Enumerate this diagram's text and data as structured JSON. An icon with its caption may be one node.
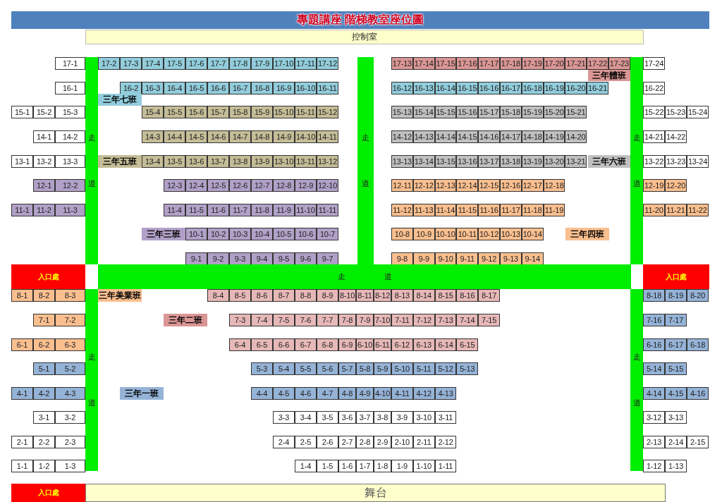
{
  "diagram": {
    "title": "專題講座 階梯教室座位圖",
    "nodes": [
      {
        "text": [
          "控制室"
        ]
      },
      {
        "text": [
          "17-1"
        ]
      },
      {
        "text": [
          "走",
          "道"
        ]
      },
      {
        "text": [
          "17-2"
        ]
      },
      {
        "text": [
          "17-3"
        ]
      },
      {
        "text": [
          "17-4"
        ]
      },
      {
        "text": [
          "17-5"
        ]
      },
      {
        "text": [
          "17-6"
        ]
      },
      {
        "text": [
          "17-7"
        ]
      },
      {
        "text": [
          "17-8"
        ]
      },
      {
        "text": [
          "17-9"
        ]
      },
      {
        "text": [
          "17-10"
        ]
      },
      {
        "text": [
          "17-11"
        ]
      },
      {
        "text": [
          "17-12"
        ]
      },
      {
        "text": [
          "走",
          "道"
        ]
      },
      {
        "text": [
          "17-13"
        ]
      },
      {
        "text": [
          "17-14"
        ]
      },
      {
        "text": [
          "17-15"
        ]
      },
      {
        "text": [
          "17-16"
        ]
      },
      {
        "text": [
          "17-17"
        ]
      },
      {
        "text": [
          "17-18"
        ]
      },
      {
        "text": [
          "17-19"
        ]
      },
      {
        "text": [
          "17-20"
        ]
      },
      {
        "text": [
          "17-21"
        ]
      },
      {
        "text": [
          "17-22"
        ]
      },
      {
        "text": [
          "17-23"
        ]
      },
      {
        "text": [
          "走",
          "道"
        ]
      },
      {
        "text": [
          "17-24"
        ]
      },
      {
        "text": [
          "三年體班"
        ]
      },
      {
        "text": [
          "16-1"
        ]
      },
      {
        "text": [
          "16-2"
        ]
      },
      {
        "text": [
          "16-3"
        ]
      },
      {
        "text": [
          "16-4"
        ]
      },
      {
        "text": [
          "16-5"
        ]
      },
      {
        "text": [
          "16-6"
        ]
      },
      {
        "text": [
          "16-7"
        ]
      },
      {
        "text": [
          "16-8"
        ]
      },
      {
        "text": [
          "16-9"
        ]
      },
      {
        "text": [
          "16-10"
        ]
      },
      {
        "text": [
          "16-11"
        ]
      },
      {
        "text": [
          "16-12"
        ]
      },
      {
        "text": [
          "16-13"
        ]
      },
      {
        "text": [
          "16-14"
        ]
      },
      {
        "text": [
          "16-15"
        ]
      },
      {
        "text": [
          "16-16"
        ]
      },
      {
        "text": [
          "16-17"
        ]
      },
      {
        "text": [
          "16-18"
        ]
      },
      {
        "text": [
          "16-19"
        ]
      },
      {
        "text": [
          "16-20"
        ]
      },
      {
        "text": [
          "16-21"
        ]
      },
      {
        "text": [
          "16-22"
        ]
      },
      {
        "text": [
          "三年七班"
        ]
      },
      {
        "text": [
          "15-1"
        ]
      },
      {
        "text": [
          "15-2"
        ]
      },
      {
        "text": [
          "15-3"
        ]
      },
      {
        "text": [
          "15-4"
        ]
      },
      {
        "text": [
          "15-5"
        ]
      },
      {
        "text": [
          "15-6"
        ]
      },
      {
        "text": [
          "15-7"
        ]
      },
      {
        "text": [
          "15-8"
        ]
      },
      {
        "text": [
          "15-9"
        ]
      },
      {
        "text": [
          "15-10"
        ]
      },
      {
        "text": [
          "15-11"
        ]
      },
      {
        "text": [
          "15-12"
        ]
      },
      {
        "text": [
          "15-13"
        ]
      },
      {
        "text": [
          "15-14"
        ]
      },
      {
        "text": [
          "15-15"
        ]
      },
      {
        "text": [
          "15-16"
        ]
      },
      {
        "text": [
          "15-17"
        ]
      },
      {
        "text": [
          "15-18"
        ]
      },
      {
        "text": [
          "15-19"
        ]
      },
      {
        "text": [
          "15-20"
        ]
      },
      {
        "text": [
          "15-21"
        ]
      },
      {
        "text": [
          "15-22"
        ]
      },
      {
        "text": [
          "15-23"
        ]
      },
      {
        "text": [
          "15-24"
        ]
      },
      {
        "text": [
          "14-1"
        ]
      },
      {
        "text": [
          "14-2"
        ]
      },
      {
        "text": [
          "14-3"
        ]
      },
      {
        "text": [
          "14-4"
        ]
      },
      {
        "text": [
          "14-5"
        ]
      },
      {
        "text": [
          "14-6"
        ]
      },
      {
        "text": [
          "14-7"
        ]
      },
      {
        "text": [
          "14-8"
        ]
      },
      {
        "text": [
          "14-9"
        ]
      },
      {
        "text": [
          "14-10"
        ]
      },
      {
        "text": [
          "14-11"
        ]
      },
      {
        "text": [
          "14-12"
        ]
      },
      {
        "text": [
          "14-13"
        ]
      },
      {
        "text": [
          "14-14"
        ]
      },
      {
        "text": [
          "14-15"
        ]
      },
      {
        "text": [
          "14-16"
        ]
      },
      {
        "text": [
          "14-17"
        ]
      },
      {
        "text": [
          "14-18"
        ]
      },
      {
        "text": [
          "14-19"
        ]
      },
      {
        "text": [
          "14-20"
        ]
      },
      {
        "text": [
          "14-21"
        ]
      },
      {
        "text": [
          "14-22"
        ]
      },
      {
        "text": [
          "13-1"
        ]
      },
      {
        "text": [
          "13-2"
        ]
      },
      {
        "text": [
          "13-3"
        ]
      },
      {
        "text": [
          "三年五班"
        ]
      },
      {
        "text": [
          "13-4"
        ]
      },
      {
        "text": [
          "13-5"
        ]
      },
      {
        "text": [
          "13-6"
        ]
      },
      {
        "text": [
          "13-7"
        ]
      },
      {
        "text": [
          "13-8"
        ]
      },
      {
        "text": [
          "13-9"
        ]
      },
      {
        "text": [
          "13-10"
        ]
      },
      {
        "text": [
          "13-11"
        ]
      },
      {
        "text": [
          "13-12"
        ]
      },
      {
        "text": [
          "13-13"
        ]
      },
      {
        "text": [
          "13-14"
        ]
      },
      {
        "text": [
          "13-15"
        ]
      },
      {
        "text": [
          "13-16"
        ]
      },
      {
        "text": [
          "13-17"
        ]
      },
      {
        "text": [
          "13-18"
        ]
      },
      {
        "text": [
          "13-19"
        ]
      },
      {
        "text": [
          "13-20"
        ]
      },
      {
        "text": [
          "13-21"
        ]
      },
      {
        "text": [
          "三年六班"
        ]
      },
      {
        "text": [
          "13-22"
        ]
      },
      {
        "text": [
          "13-23"
        ]
      },
      {
        "text": [
          "13-24"
        ]
      },
      {
        "text": [
          "12-1"
        ]
      },
      {
        "text": [
          "12-2"
        ]
      },
      {
        "text": [
          "12-3"
        ]
      },
      {
        "text": [
          "12-4"
        ]
      },
      {
        "text": [
          "12-5"
        ]
      },
      {
        "text": [
          "12-6"
        ]
      },
      {
        "text": [
          "12-7"
        ]
      },
      {
        "text": [
          "12-8"
        ]
      },
      {
        "text": [
          "12-9"
        ]
      },
      {
        "text": [
          "12-10"
        ]
      },
      {
        "text": [
          "12-11"
        ]
      },
      {
        "text": [
          "12-12"
        ]
      },
      {
        "text": [
          "12-13"
        ]
      },
      {
        "text": [
          "12-14"
        ]
      },
      {
        "text": [
          "12-15"
        ]
      },
      {
        "text": [
          "12-16"
        ]
      },
      {
        "text": [
          "12-17"
        ]
      },
      {
        "text": [
          "12-18"
        ]
      },
      {
        "text": [
          "12-19"
        ]
      },
      {
        "text": [
          "12-20"
        ]
      },
      {
        "text": [
          "11-1"
        ]
      },
      {
        "text": [
          "11-2"
        ]
      },
      {
        "text": [
          "11-3"
        ]
      },
      {
        "text": [
          "11-4"
        ]
      },
      {
        "text": [
          "11-5"
        ]
      },
      {
        "text": [
          "11-6"
        ]
      },
      {
        "text": [
          "11-7"
        ]
      },
      {
        "text": [
          "11-8"
        ]
      },
      {
        "text": [
          "11-9"
        ]
      },
      {
        "text": [
          "11-10"
        ]
      },
      {
        "text": [
          "11-11"
        ]
      },
      {
        "text": [
          "11-12"
        ]
      },
      {
        "text": [
          "11-13"
        ]
      },
      {
        "text": [
          "11-14"
        ]
      },
      {
        "text": [
          "11-15"
        ]
      },
      {
        "text": [
          "11-16"
        ]
      },
      {
        "text": [
          "11-17"
        ]
      },
      {
        "text": [
          "11-18"
        ]
      },
      {
        "text": [
          "11-19"
        ]
      },
      {
        "text": [
          "11-20"
        ]
      },
      {
        "text": [
          "11-21"
        ]
      },
      {
        "text": [
          "11-22"
        ]
      },
      {
        "text": [
          "三年三班"
        ]
      },
      {
        "text": [
          "10-1"
        ]
      },
      {
        "text": [
          "10-2"
        ]
      },
      {
        "text": [
          "10-3"
        ]
      },
      {
        "text": [
          "10-4"
        ]
      },
      {
        "text": [
          "10-5"
        ]
      },
      {
        "text": [
          "10-6"
        ]
      },
      {
        "text": [
          "10-7"
        ]
      },
      {
        "text": [
          "10-8"
        ]
      },
      {
        "text": [
          "10-9"
        ]
      },
      {
        "text": [
          "10-10"
        ]
      },
      {
        "text": [
          "10-11"
        ]
      },
      {
        "text": [
          "10-12"
        ]
      },
      {
        "text": [
          "10-13"
        ]
      },
      {
        "text": [
          "10-14"
        ]
      },
      {
        "text": [
          "三年四班"
        ]
      },
      {
        "text": [
          "9-1"
        ]
      },
      {
        "text": [
          "9-2"
        ]
      },
      {
        "text": [
          "9-3"
        ]
      },
      {
        "text": [
          "9-4"
        ]
      },
      {
        "text": [
          "9-5"
        ]
      },
      {
        "text": [
          "9-6"
        ]
      },
      {
        "text": [
          "9-7"
        ]
      },
      {
        "text": [
          "9-8"
        ]
      },
      {
        "text": [
          "9-9"
        ]
      },
      {
        "text": [
          "9-10"
        ]
      },
      {
        "text": [
          "9-11"
        ]
      },
      {
        "text": [
          "9-12"
        ]
      },
      {
        "text": [
          "9-13"
        ]
      },
      {
        "text": [
          "9-14"
        ]
      },
      {
        "text": [
          "入口處"
        ]
      },
      {
        "text": [
          "走",
          "道"
        ]
      },
      {
        "text": [
          "入口處"
        ]
      },
      {
        "text": [
          "8-1"
        ]
      },
      {
        "text": [
          "8-2"
        ]
      },
      {
        "text": [
          "8-3"
        ]
      },
      {
        "text": [
          "走",
          "道"
        ]
      },
      {
        "text": [
          "三年美業班"
        ]
      },
      {
        "text": [
          "8-4"
        ]
      },
      {
        "text": [
          "8-5"
        ]
      },
      {
        "text": [
          "8-6"
        ]
      },
      {
        "text": [
          "8-7"
        ]
      },
      {
        "text": [
          "8-8"
        ]
      },
      {
        "text": [
          "8-9"
        ]
      },
      {
        "text": [
          "8-10"
        ]
      },
      {
        "text": [
          "8-11"
        ]
      },
      {
        "text": [
          "8-12"
        ]
      },
      {
        "text": [
          "8-13"
        ]
      },
      {
        "text": [
          "8-14"
        ]
      },
      {
        "text": [
          "8-15"
        ]
      },
      {
        "text": [
          "8-16"
        ]
      },
      {
        "text": [
          "8-17"
        ]
      },
      {
        "text": [
          "走",
          "道"
        ]
      },
      {
        "text": [
          "8-18"
        ]
      },
      {
        "text": [
          "8-19"
        ]
      },
      {
        "text": [
          "8-20"
        ]
      },
      {
        "text": [
          "7-1"
        ]
      },
      {
        "text": [
          "7-2"
        ]
      },
      {
        "text": [
          "三年二班"
        ]
      },
      {
        "text": [
          "7-3"
        ]
      },
      {
        "text": [
          "7-4"
        ]
      },
      {
        "text": [
          "7-5"
        ]
      },
      {
        "text": [
          "7-6"
        ]
      },
      {
        "text": [
          "7-7"
        ]
      },
      {
        "text": [
          "7-8"
        ]
      },
      {
        "text": [
          "7-9"
        ]
      },
      {
        "text": [
          "7-10"
        ]
      },
      {
        "text": [
          "7-11"
        ]
      },
      {
        "text": [
          "7-12"
        ]
      },
      {
        "text": [
          "7-13"
        ]
      },
      {
        "text": [
          "7-14"
        ]
      },
      {
        "text": [
          "7-15"
        ]
      },
      {
        "text": [
          "7-16"
        ]
      },
      {
        "text": [
          "7-17"
        ]
      },
      {
        "text": [
          "6-1"
        ]
      },
      {
        "text": [
          "6-2"
        ]
      },
      {
        "text": [
          "6-3"
        ]
      },
      {
        "text": [
          "6-4"
        ]
      },
      {
        "text": [
          "6-5"
        ]
      },
      {
        "text": [
          "6-6"
        ]
      },
      {
        "text": [
          "6-7"
        ]
      },
      {
        "text": [
          "6-8"
        ]
      },
      {
        "text": [
          "6-9"
        ]
      },
      {
        "text": [
          "6-10"
        ]
      },
      {
        "text": [
          "6-11"
        ]
      },
      {
        "text": [
          "6-12"
        ]
      },
      {
        "text": [
          "6-13"
        ]
      },
      {
        "text": [
          "6-14"
        ]
      },
      {
        "text": [
          "6-15"
        ]
      },
      {
        "text": [
          "6-16"
        ]
      },
      {
        "text": [
          "6-17"
        ]
      },
      {
        "text": [
          "6-18"
        ]
      },
      {
        "text": [
          "5-1"
        ]
      },
      {
        "text": [
          "5-2"
        ]
      },
      {
        "text": [
          "5-3"
        ]
      },
      {
        "text": [
          "5-4"
        ]
      },
      {
        "text": [
          "5-5"
        ]
      },
      {
        "text": [
          "5-6"
        ]
      },
      {
        "text": [
          "5-7"
        ]
      },
      {
        "text": [
          "5-8"
        ]
      },
      {
        "text": [
          "5-9"
        ]
      },
      {
        "text": [
          "5-10"
        ]
      },
      {
        "text": [
          "5-11"
        ]
      },
      {
        "text": [
          "5-12"
        ]
      },
      {
        "text": [
          "5-13"
        ]
      },
      {
        "text": [
          "5-14"
        ]
      },
      {
        "text": [
          "5-15"
        ]
      },
      {
        "text": [
          "4-1"
        ]
      },
      {
        "text": [
          "4-2"
        ]
      },
      {
        "text": [
          "4-3"
        ]
      },
      {
        "text": [
          "三年一班"
        ]
      },
      {
        "text": [
          "4-4"
        ]
      },
      {
        "text": [
          "4-5"
        ]
      },
      {
        "text": [
          "4-6"
        ]
      },
      {
        "text": [
          "4-7"
        ]
      },
      {
        "text": [
          "4-8"
        ]
      },
      {
        "text": [
          "4-9"
        ]
      },
      {
        "text": [
          "4-10"
        ]
      },
      {
        "text": [
          "4-11"
        ]
      },
      {
        "text": [
          "4-12"
        ]
      },
      {
        "text": [
          "4-13"
        ]
      },
      {
        "text": [
          "4-14"
        ]
      },
      {
        "text": [
          "4-15"
        ]
      },
      {
        "text": [
          "4-16"
        ]
      },
      {
        "text": [
          "3-1"
        ]
      },
      {
        "text": [
          "3-2"
        ]
      },
      {
        "text": [
          "3-3"
        ]
      },
      {
        "text": [
          "3-4"
        ]
      },
      {
        "text": [
          "3-5"
        ]
      },
      {
        "text": [
          "3-6"
        ]
      },
      {
        "text": [
          "3-7"
        ]
      },
      {
        "text": [
          "3-8"
        ]
      },
      {
        "text": [
          "3-9"
        ]
      },
      {
        "text": [
          "3-10"
        ]
      },
      {
        "text": [
          "3-11"
        ]
      },
      {
        "text": [
          "3-12"
        ]
      },
      {
        "text": [
          "3-13"
        ]
      },
      {
        "text": [
          "2-1"
        ]
      },
      {
        "text": [
          "2-2"
        ]
      },
      {
        "text": [
          "2-3"
        ]
      },
      {
        "text": [
          "2-4"
        ]
      },
      {
        "text": [
          "2-5"
        ]
      },
      {
        "text": [
          "2-6"
        ]
      },
      {
        "text": [
          "2-7"
        ]
      },
      {
        "text": [
          "2-8"
        ]
      },
      {
        "text": [
          "2-9"
        ]
      },
      {
        "text": [
          "2-10"
        ]
      },
      {
        "text": [
          "2-11"
        ]
      },
      {
        "text": [
          "2-12"
        ]
      },
      {
        "text": [
          "2-13"
        ]
      },
      {
        "text": [
          "2-14"
        ]
      },
      {
        "text": [
          "2-15"
        ]
      },
      {
        "text": [
          "1-1"
        ]
      },
      {
        "text": [
          "1-2"
        ]
      },
      {
        "text": [
          "1-3"
        ]
      },
      {
        "text": [
          "1-4"
        ]
      },
      {
        "text": [
          "1-5"
        ]
      },
      {
        "text": [
          "1-6"
        ]
      },
      {
        "text": [
          "1-7"
        ]
      },
      {
        "text": [
          "1-8"
        ]
      },
      {
        "text": [
          "1-9"
        ]
      },
      {
        "text": [
          "1-10"
        ]
      },
      {
        "text": [
          "1-11"
        ]
      },
      {
        "text": [
          "1-12"
        ]
      },
      {
        "text": [
          "1-13"
        ]
      },
      {
        "text": [
          "入口處"
        ]
      },
      {
        "text": [
          "舞台"
        ]
      }
    ]
  }
}
